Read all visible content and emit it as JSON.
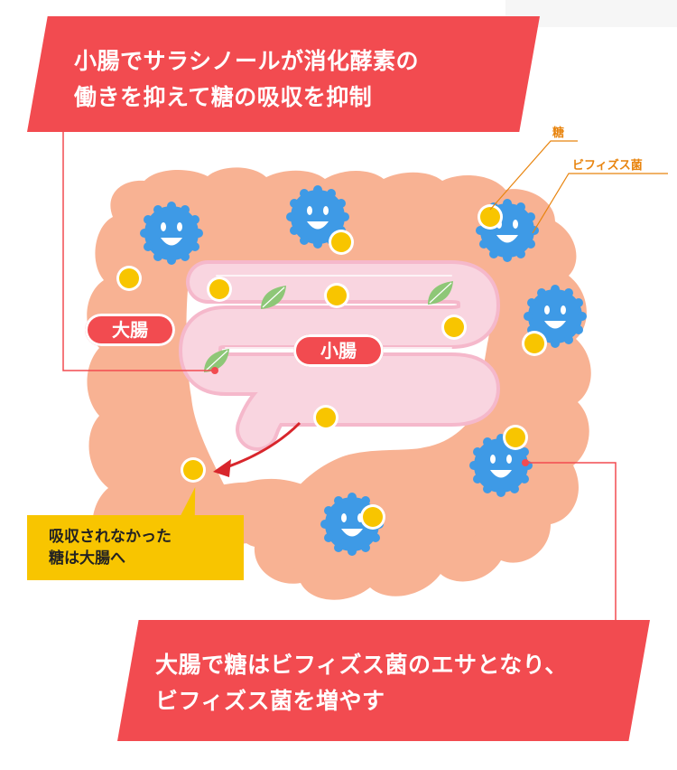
{
  "top_callout": {
    "line1": "小腸でサラシノールが消化酵素の",
    "line2": "働きを抑えて糖の吸収を抑制"
  },
  "labels": {
    "sugar": "糖",
    "bifidobacteria": "ビフィズス菌",
    "large_intestine": "大腸",
    "small_intestine": "小腸"
  },
  "note": {
    "line1": "吸収されなかった",
    "line2": "糖は大腸へ"
  },
  "bottom_callout": {
    "line1": "大腸で糖はビフィズス菌のエサとなり、",
    "line2": "ビフィズス菌を増やす"
  },
  "colors": {
    "callout_red": "#f24b50",
    "colon_orange": "#f8b293",
    "small_intestine_pink": "#f9d5e0",
    "sugar_yellow": "#f8c500",
    "bacteria_blue": "#3e9ae6",
    "note_yellow": "#f8c500",
    "leader_orange": "#e8840e"
  }
}
